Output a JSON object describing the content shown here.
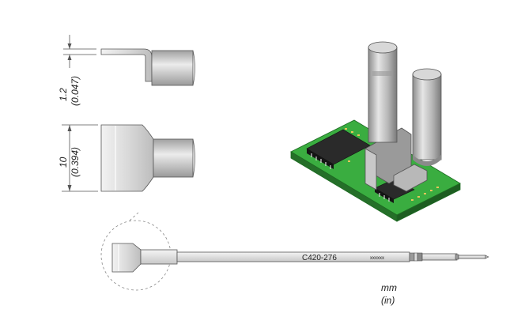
{
  "dimensions": {
    "thickness": {
      "mm": "1.2",
      "in": "(0.047)"
    },
    "width": {
      "mm": "10",
      "in": "(0.394)"
    }
  },
  "tip": {
    "part_number": "C420-276",
    "marking": "xxxxxx"
  },
  "units": {
    "primary": "mm",
    "secondary": "(in)"
  },
  "colors": {
    "pcb_green": "#2f9a34",
    "tip_grey": "#b8b8b8",
    "outline": "#555555"
  }
}
